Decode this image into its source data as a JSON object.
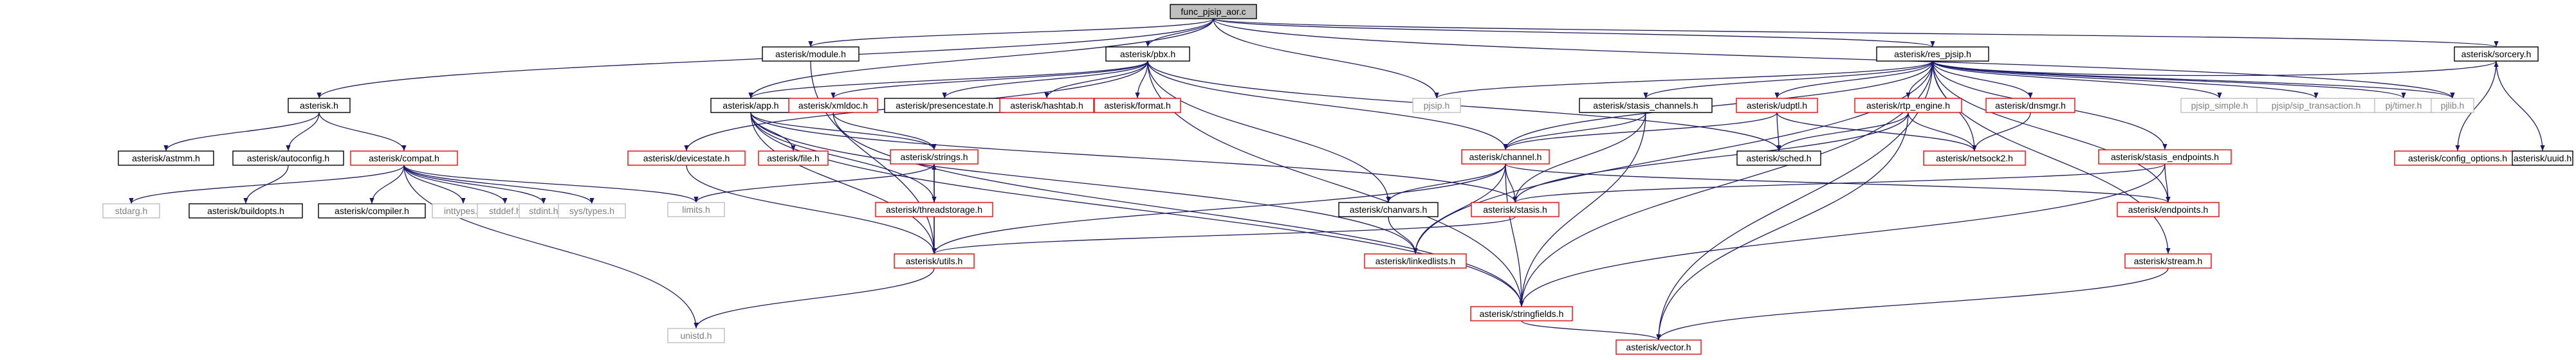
{
  "nodes": [
    {
      "id": "root",
      "label": "func_pjsip_aor.c",
      "kind": "root"
    },
    {
      "id": "module",
      "label": "asterisk/module.h",
      "kind": "doc"
    },
    {
      "id": "pbx",
      "label": "asterisk/pbx.h",
      "kind": "doc"
    },
    {
      "id": "res_pjsip",
      "label": "asterisk/res_pjsip.h",
      "kind": "doc"
    },
    {
      "id": "asterisk",
      "label": "asterisk.h",
      "kind": "doc"
    },
    {
      "id": "astmm",
      "label": "asterisk/astmm.h",
      "kind": "doc"
    },
    {
      "id": "autoconfig",
      "label": "asterisk/autoconfig.h",
      "kind": "doc"
    },
    {
      "id": "compat",
      "label": "asterisk/compat.h",
      "kind": "partial"
    },
    {
      "id": "buildopts",
      "label": "asterisk/buildopts.h",
      "kind": "doc"
    },
    {
      "id": "stdarg",
      "label": "stdarg.h",
      "kind": "external"
    },
    {
      "id": "compiler",
      "label": "asterisk/compiler.h",
      "kind": "doc"
    },
    {
      "id": "inttypes",
      "label": "inttypes.h",
      "kind": "external"
    },
    {
      "id": "stddef",
      "label": "stddef.h",
      "kind": "external"
    },
    {
      "id": "stdint",
      "label": "stdint.h",
      "kind": "external"
    },
    {
      "id": "systypes",
      "label": "sys/types.h",
      "kind": "external"
    },
    {
      "id": "limits",
      "label": "limits.h",
      "kind": "external"
    },
    {
      "id": "unistd",
      "label": "unistd.h",
      "kind": "external"
    },
    {
      "id": "devicestate",
      "label": "asterisk/devicestate.h",
      "kind": "partial"
    },
    {
      "id": "app",
      "label": "asterisk/app.h",
      "kind": "doc"
    },
    {
      "id": "xmldoc",
      "label": "asterisk/xmldoc.h",
      "kind": "partial"
    },
    {
      "id": "presencestate",
      "label": "asterisk/presencestate.h",
      "kind": "doc"
    },
    {
      "id": "hashtab",
      "label": "asterisk/hashtab.h",
      "kind": "partial"
    },
    {
      "id": "format",
      "label": "asterisk/format.h",
      "kind": "partial"
    },
    {
      "id": "pjsip",
      "label": "pjsip.h",
      "kind": "external"
    },
    {
      "id": "file",
      "label": "asterisk/file.h",
      "kind": "partial"
    },
    {
      "id": "strings",
      "label": "asterisk/strings.h",
      "kind": "partial"
    },
    {
      "id": "threadstorage",
      "label": "asterisk/threadstorage.h",
      "kind": "partial"
    },
    {
      "id": "utils",
      "label": "asterisk/utils.h",
      "kind": "partial"
    },
    {
      "id": "stasis_channels",
      "label": "asterisk/stasis_channels.h",
      "kind": "doc"
    },
    {
      "id": "channel",
      "label": "asterisk/channel.h",
      "kind": "partial"
    },
    {
      "id": "chanvars",
      "label": "asterisk/chanvars.h",
      "kind": "doc"
    },
    {
      "id": "stasis",
      "label": "asterisk/stasis.h",
      "kind": "partial"
    },
    {
      "id": "linkedlists",
      "label": "asterisk/linkedlists.h",
      "kind": "partial"
    },
    {
      "id": "stringfields",
      "label": "asterisk/stringfields.h",
      "kind": "partial"
    },
    {
      "id": "vector",
      "label": "asterisk/vector.h",
      "kind": "partial"
    },
    {
      "id": "udptl",
      "label": "asterisk/udptl.h",
      "kind": "partial"
    },
    {
      "id": "rtp_engine",
      "label": "asterisk/rtp_engine.h",
      "kind": "partial"
    },
    {
      "id": "dnsmgr",
      "label": "asterisk/dnsmgr.h",
      "kind": "partial"
    },
    {
      "id": "sched",
      "label": "asterisk/sched.h",
      "kind": "doc"
    },
    {
      "id": "netsock2",
      "label": "asterisk/netsock2.h",
      "kind": "partial"
    },
    {
      "id": "stasis_endpoints",
      "label": "asterisk/stasis_endpoints.h",
      "kind": "partial"
    },
    {
      "id": "endpoints",
      "label": "asterisk/endpoints.h",
      "kind": "partial"
    },
    {
      "id": "stream",
      "label": "asterisk/stream.h",
      "kind": "partial"
    },
    {
      "id": "pjsip_simple",
      "label": "pjsip_simple.h",
      "kind": "external"
    },
    {
      "id": "sip_transaction",
      "label": "pjsip/sip_transaction.h",
      "kind": "external"
    },
    {
      "id": "pjtimer",
      "label": "pj/timer.h",
      "kind": "external"
    },
    {
      "id": "pjlib",
      "label": "pjlib.h",
      "kind": "external"
    },
    {
      "id": "sorcery",
      "label": "asterisk/sorcery.h",
      "kind": "doc"
    },
    {
      "id": "config_options",
      "label": "asterisk/config_options.h",
      "kind": "partial"
    },
    {
      "id": "uuid",
      "label": "asterisk/uuid.h",
      "kind": "doc"
    }
  ],
  "edges": [
    [
      "root",
      "module"
    ],
    [
      "root",
      "pbx"
    ],
    [
      "root",
      "res_pjsip"
    ],
    [
      "root",
      "asterisk"
    ],
    [
      "root",
      "app"
    ],
    [
      "root",
      "pjsip"
    ],
    [
      "root",
      "sorcery"
    ],
    [
      "root",
      "pjlib"
    ],
    [
      "module",
      "utils"
    ],
    [
      "asterisk",
      "astmm"
    ],
    [
      "asterisk",
      "autoconfig"
    ],
    [
      "asterisk",
      "compat"
    ],
    [
      "autoconfig",
      "buildopts"
    ],
    [
      "compat",
      "compiler"
    ],
    [
      "compat",
      "stdarg"
    ],
    [
      "compat",
      "inttypes"
    ],
    [
      "compat",
      "stddef"
    ],
    [
      "compat",
      "stdint"
    ],
    [
      "compat",
      "systypes"
    ],
    [
      "compat",
      "limits"
    ],
    [
      "compat",
      "unistd"
    ],
    [
      "pbx",
      "devicestate"
    ],
    [
      "pbx",
      "app"
    ],
    [
      "pbx",
      "xmldoc"
    ],
    [
      "pbx",
      "presencestate"
    ],
    [
      "pbx",
      "hashtab"
    ],
    [
      "pbx",
      "format"
    ],
    [
      "pbx",
      "channel"
    ],
    [
      "pbx",
      "chanvars"
    ],
    [
      "pbx",
      "stringfields"
    ],
    [
      "pbx",
      "sched"
    ],
    [
      "devicestate",
      "utils"
    ],
    [
      "app",
      "file"
    ],
    [
      "app",
      "strings"
    ],
    [
      "app",
      "threadstorage"
    ],
    [
      "app",
      "utils"
    ],
    [
      "app",
      "stasis"
    ],
    [
      "app",
      "linkedlists"
    ],
    [
      "app",
      "stringfields"
    ],
    [
      "xmldoc",
      "strings"
    ],
    [
      "xmldoc",
      "stringfields"
    ],
    [
      "strings",
      "utils"
    ],
    [
      "strings",
      "threadstorage"
    ],
    [
      "strings",
      "limits"
    ],
    [
      "threadstorage",
      "utils"
    ],
    [
      "utils",
      "unistd"
    ],
    [
      "utils",
      "strings"
    ],
    [
      "res_pjsip",
      "pjsip"
    ],
    [
      "res_pjsip",
      "stasis_channels"
    ],
    [
      "res_pjsip",
      "udptl"
    ],
    [
      "res_pjsip",
      "rtp_engine"
    ],
    [
      "res_pjsip",
      "dnsmgr"
    ],
    [
      "res_pjsip",
      "stasis_endpoints"
    ],
    [
      "res_pjsip",
      "stream"
    ],
    [
      "res_pjsip",
      "pjsip_simple"
    ],
    [
      "res_pjsip",
      "sip_transaction"
    ],
    [
      "res_pjsip",
      "pjtimer"
    ],
    [
      "res_pjsip",
      "pjlib"
    ],
    [
      "res_pjsip",
      "sorcery"
    ],
    [
      "res_pjsip",
      "channel"
    ],
    [
      "res_pjsip",
      "netsock2"
    ],
    [
      "res_pjsip",
      "endpoints"
    ],
    [
      "res_pjsip",
      "linkedlists"
    ],
    [
      "res_pjsip",
      "stringfields"
    ],
    [
      "res_pjsip",
      "vector"
    ],
    [
      "stasis_channels",
      "channel"
    ],
    [
      "stasis_channels",
      "stasis"
    ],
    [
      "stasis_channels",
      "stringfields"
    ],
    [
      "channel",
      "chanvars"
    ],
    [
      "channel",
      "stasis"
    ],
    [
      "channel",
      "linkedlists"
    ],
    [
      "channel",
      "stringfields"
    ],
    [
      "channel",
      "endpoints"
    ],
    [
      "channel",
      "utils"
    ],
    [
      "chanvars",
      "linkedlists"
    ],
    [
      "stasis",
      "utils"
    ],
    [
      "stringfields",
      "vector"
    ],
    [
      "udptl",
      "sched"
    ],
    [
      "udptl",
      "netsock2"
    ],
    [
      "udptl",
      "channel"
    ],
    [
      "rtp_engine",
      "netsock2"
    ],
    [
      "rtp_engine",
      "sched"
    ],
    [
      "rtp_engine",
      "vector"
    ],
    [
      "rtp_engine",
      "stasis"
    ],
    [
      "dnsmgr",
      "netsock2"
    ],
    [
      "stasis_endpoints",
      "endpoints"
    ],
    [
      "stasis_endpoints",
      "stasis"
    ],
    [
      "stasis_endpoints",
      "stringfields"
    ],
    [
      "stream",
      "vector"
    ],
    [
      "sorcery",
      "config_options"
    ],
    [
      "sorcery",
      "uuid"
    ]
  ],
  "colors": {
    "root_fill": "#bfbfbf",
    "node_fill": "#ffffff",
    "doc_border": "#000000",
    "partial_border": "#ff0000",
    "external_border": "#bfbfbf",
    "external_text": "#7f7f7f",
    "edge": "#191970"
  }
}
